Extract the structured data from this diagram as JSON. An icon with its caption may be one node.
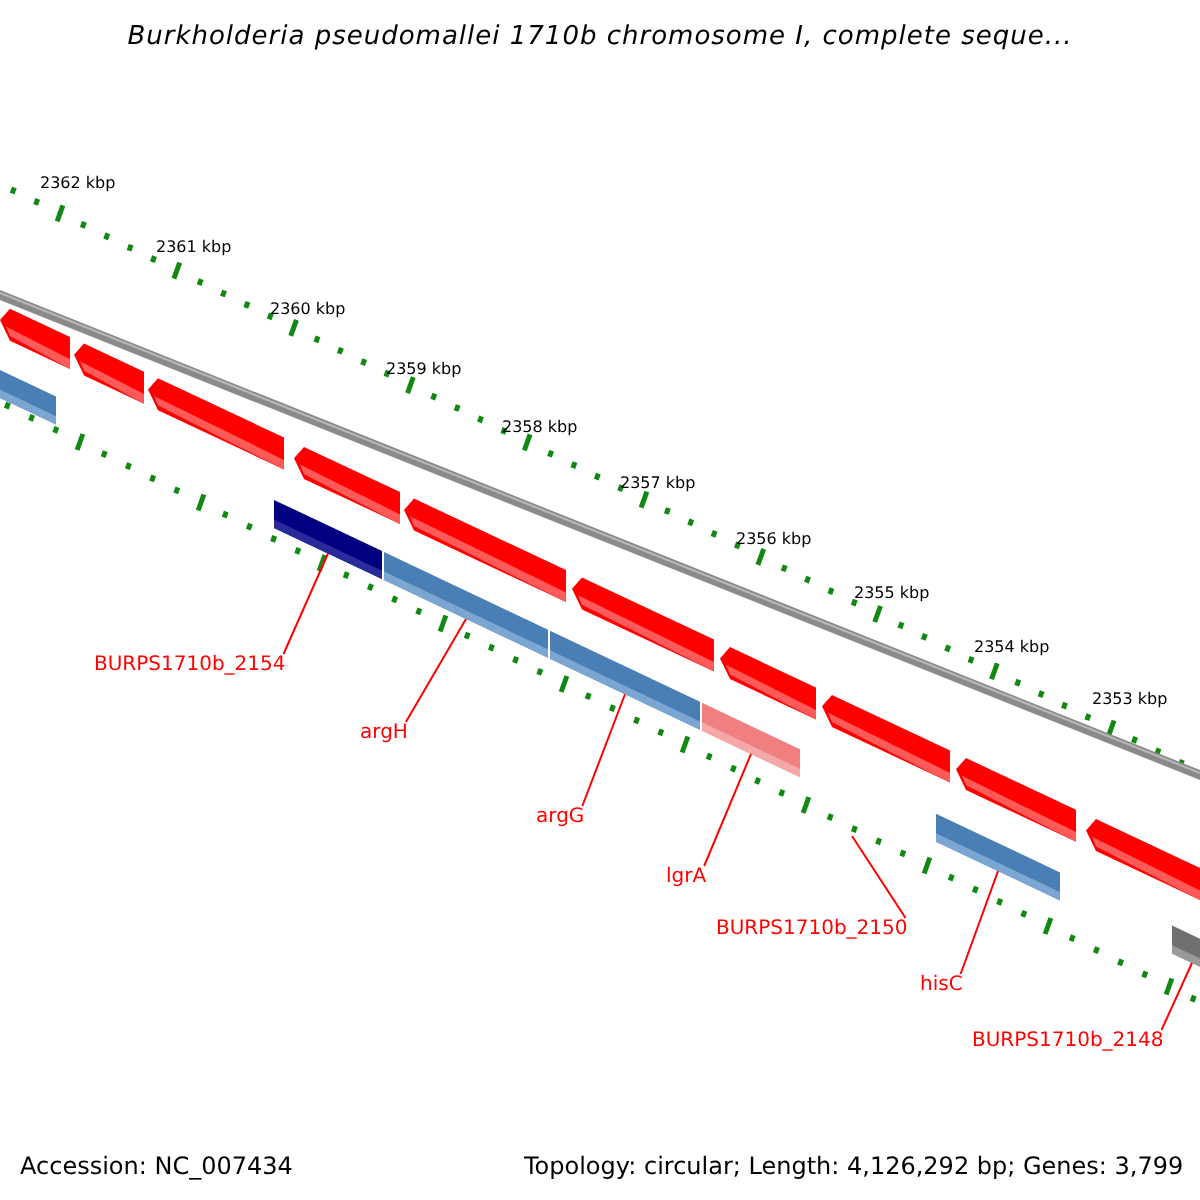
{
  "diagram": {
    "title": "Burkholderia pseudomallei 1710b chromosome I, complete seque...",
    "nodes": [
      {
        "text": [],
        "shape": "bar"
      },
      {
        "text": [],
        "shape": "bar"
      },
      {
        "text": [],
        "shape": "bar"
      },
      {
        "text": [],
        "shape": "bar"
      },
      {
        "text": [],
        "shape": "bar"
      },
      {
        "text": [],
        "shape": "bar"
      },
      {
        "text": [
          "BURPS1710b_2154"
        ]
      },
      {
        "text": [
          "argH"
        ]
      },
      {
        "text": [
          "argG"
        ]
      },
      {
        "text": [
          "lgrA"
        ]
      },
      {
        "text": [
          "BURPS1710b_2150"
        ]
      },
      {
        "text": [
          "hisC"
        ]
      },
      {
        "text": [
          "BURPS1710b_2148"
        ]
      }
    ],
    "edges": [
      {
        "from": 6,
        "to": 0,
        "arrow": "none"
      },
      {
        "from": 7,
        "to": 1,
        "arrow": "none"
      },
      {
        "from": 8,
        "to": 2,
        "arrow": "none"
      },
      {
        "from": 9,
        "to": 3,
        "arrow": "none"
      },
      {
        "from": 10,
        "to": null,
        "arrow": "none"
      },
      {
        "from": 11,
        "to": 4,
        "arrow": "none"
      },
      {
        "from": 12,
        "to": 5,
        "arrow": "none"
      }
    ],
    "labels": [
      "2362 kbp",
      "2361 kbp",
      "2360 kbp",
      "2359 kbp",
      "2358 kbp",
      "2357 kbp",
      "2356 kbp",
      "2355 kbp",
      "2354 kbp",
      "2353 kbp",
      "Accession: NC_007434",
      "Topology: circular; Length: 4,126,292 bp; Genes: 3,799"
    ]
  }
}
